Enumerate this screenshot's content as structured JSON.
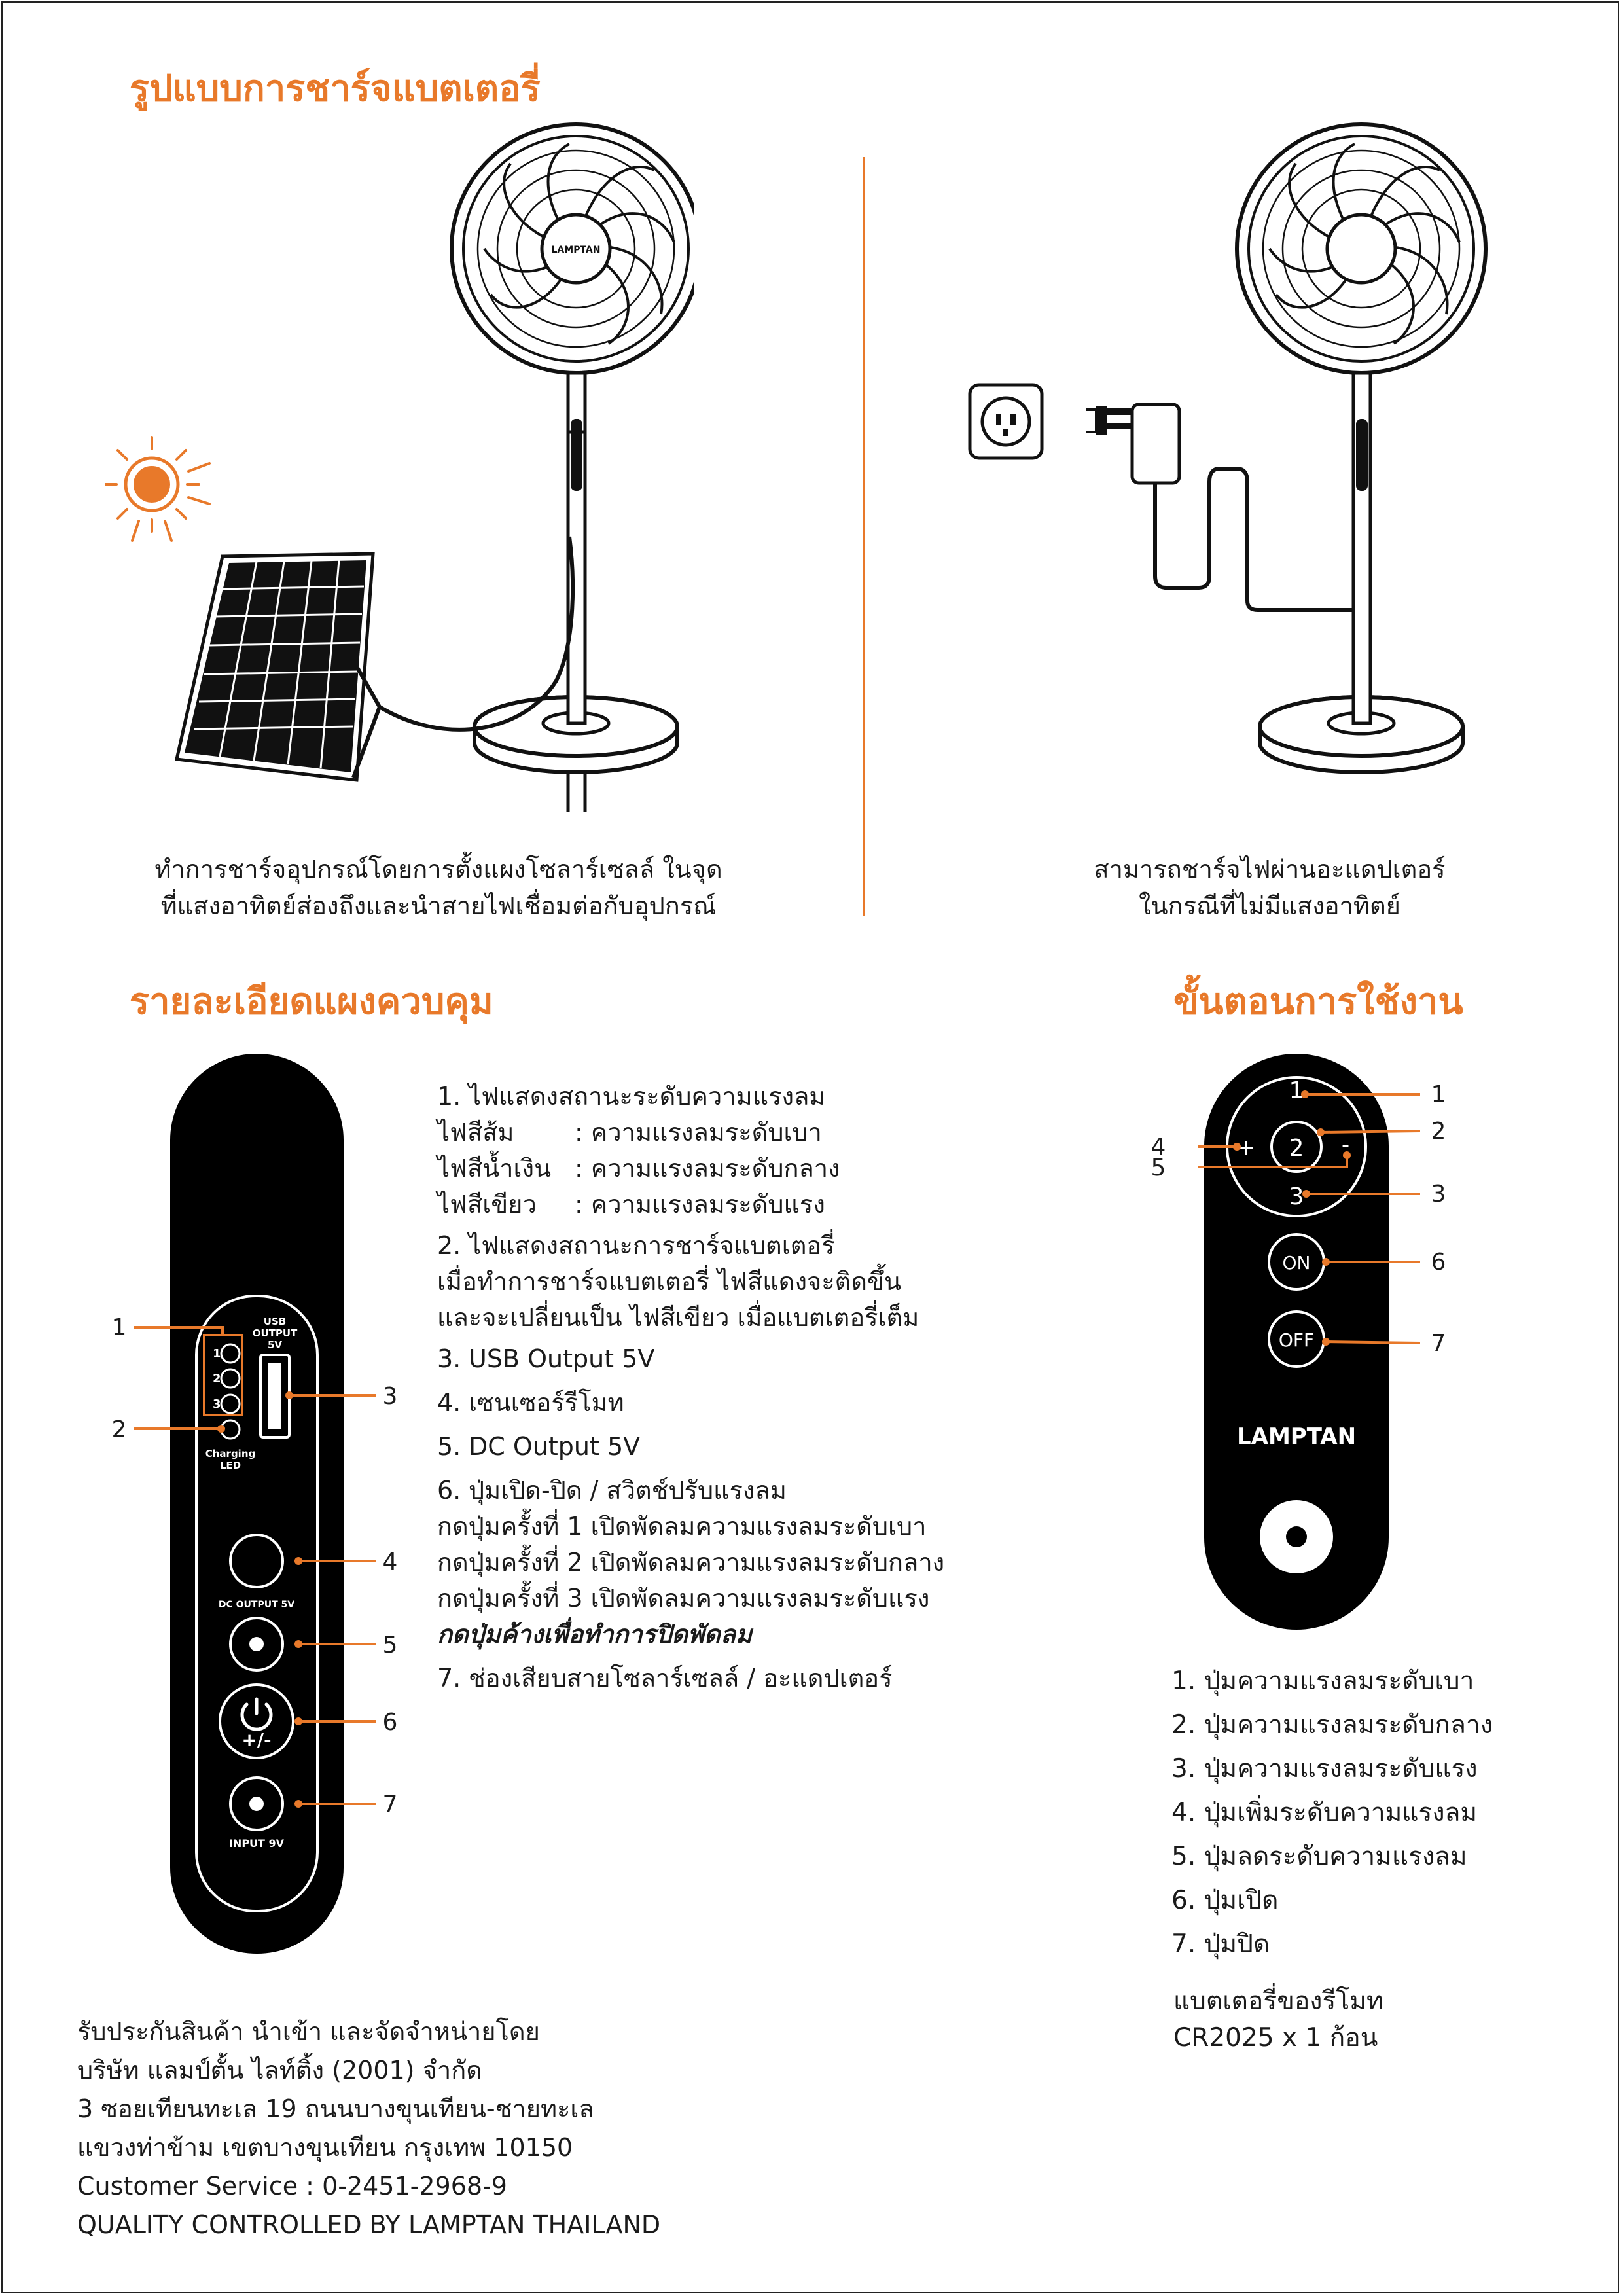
{
  "colors": {
    "accent": "#e8792a",
    "ink": "#1a1a1a",
    "panel": "#000000"
  },
  "charging_section": {
    "title": "รูปแบบการชาร์จแบตเตอรี่",
    "fan_brand_label": "LAMPTAN",
    "solar_caption_line1": "ทำการชาร์จอุปกรณ์โดยการตั้งแผงโซลาร์เซลล์ ในจุด",
    "solar_caption_line2": "ที่แสงอาทิตย์ส่องถึงและนำสายไฟเชื่อมต่อกับอุปกรณ์",
    "adapter_caption_line1": "สามารถชาร์จไฟผ่านอะแดปเตอร์",
    "adapter_caption_line2": "ในกรณีที่ไม่มีแสงอาทิตย์"
  },
  "control_panel": {
    "title": "รายละเอียดแผงควบคุม",
    "panel_labels": {
      "usb": "USB",
      "output": "OUTPUT",
      "five_v": "5V",
      "charging": "Charging",
      "led": "LED",
      "dc_output": "DC OUTPUT 5V",
      "plus_minus": "+/-",
      "input": "INPUT 9V",
      "led1": "1",
      "led2": "2",
      "led3": "3"
    },
    "callouts": [
      "1",
      "2",
      "3",
      "4",
      "5",
      "6",
      "7"
    ],
    "items": {
      "i1_num": "1.",
      "i1": "ไฟแสดงสถานะระดับความแรงลม",
      "i1_orange_k": "ไฟสีส้ม",
      "i1_orange_v": ": ความแรงลมระดับเบา",
      "i1_blue_k": "ไฟสีน้ำเงิน",
      "i1_blue_v": ": ความแรงลมระดับกลาง",
      "i1_green_k": "ไฟสีเขียว",
      "i1_green_v": ": ความแรงลมระดับแรง",
      "i2_num": "2.",
      "i2": "ไฟแสดงสถานะการชาร์จแบตเตอรี่",
      "i2_l1": "เมื่อทำการชาร์จแบตเตอรี่ ไฟสีแดงจะติดขึ้น",
      "i2_l2": "และจะเปลี่ยนเป็น ไฟสีเขียว เมื่อแบตเตอรี่เต็ม",
      "i3_num": "3.",
      "i3": "USB Output 5V",
      "i4_num": "4.",
      "i4": "เซนเซอร์รีโมท",
      "i5_num": "5.",
      "i5": "DC Output 5V",
      "i6_num": "6.",
      "i6": "ปุ่มเปิด-ปิด / สวิตช์ปรับแรงลม",
      "i6_l1": "กดปุ่มครั้งที่ 1 เปิดพัดลมความแรงลมระดับเบา",
      "i6_l2": "กดปุ่มครั้งที่ 2 เปิดพัดลมความแรงลมระดับกลาง",
      "i6_l3": "กดปุ่มครั้งที่ 3 เปิดพัดลมความแรงลมระดับแรง",
      "i6_l4": "กดปุ่มค้างเพื่อทำการปิดพัดลม",
      "i7_num": "7.",
      "i7": "ช่องเสียบสายโซลาร์เซลล์ / อะแดปเตอร์"
    }
  },
  "usage_section": {
    "title": "ขั้นตอนการใช้งาน",
    "remote_labels": {
      "b1": "1",
      "b2": "2",
      "b3": "3",
      "plus": "+",
      "minus": "-",
      "on": "ON",
      "off": "OFF",
      "brand": "LAMPTAN"
    },
    "callouts": [
      "1",
      "2",
      "3",
      "4",
      "5",
      "6",
      "7"
    ],
    "items": [
      "1. ปุ่มความแรงลมระดับเบา",
      "2. ปุ่มความแรงลมระดับกลาง",
      "3. ปุ่มความแรงลมระดับแรง",
      "4. ปุ่มเพิ่มระดับความแรงลม",
      "5. ปุ่มลดระดับความแรงลม",
      "6. ปุ่มเปิด",
      "7. ปุ่มปิด"
    ],
    "battery_line1": "แบตเตอรี่ของรีโมท",
    "battery_line2": "CR2025 x 1 ก้อน"
  },
  "footer": {
    "line1": "รับประกันสินค้า นำเข้า และจัดจำหน่ายโดย",
    "line2": "บริษัท แลมป์ตั้น ไลท์ติ้ง (2001) จำกัด",
    "line3": "3 ซอยเทียนทะเล 19 ถนนบางขุนเทียน-ชายทะเล",
    "line4": "แขวงท่าข้าม เขตบางขุนเทียน กรุงเทพ 10150",
    "line5": "Customer Service : 0-2451-2968-9",
    "line6": "QUALITY CONTROLLED BY LAMPTAN THAILAND"
  }
}
